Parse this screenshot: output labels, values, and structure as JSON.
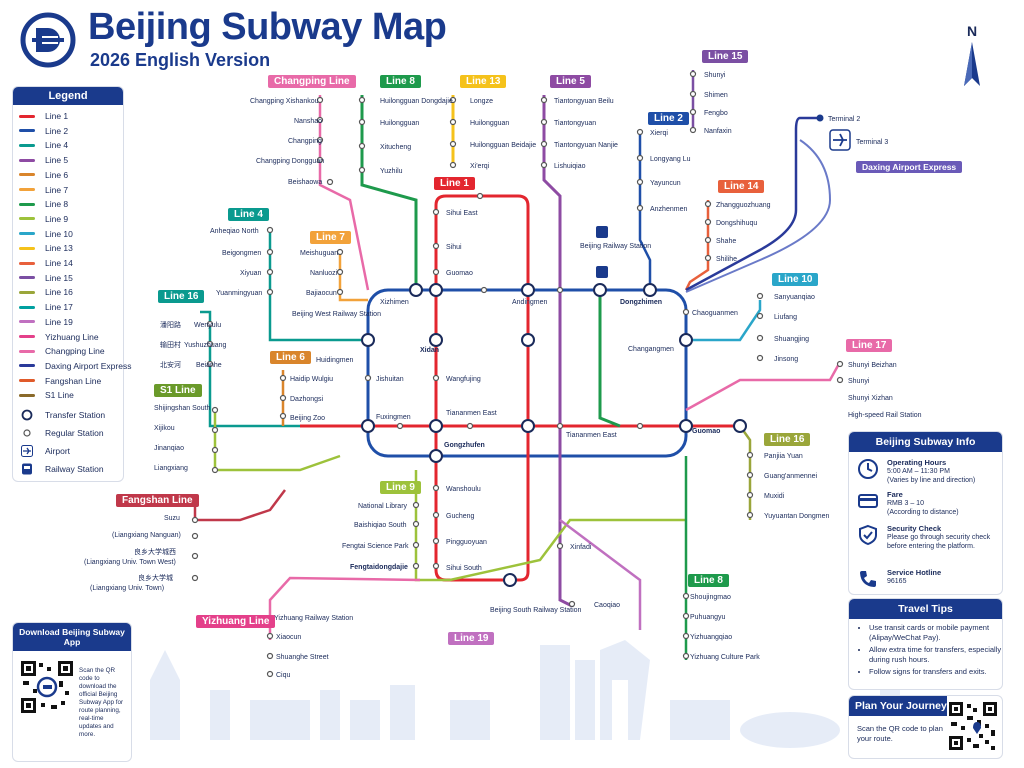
{
  "header": {
    "title": "Beijing Subway Map",
    "subtitle": "2026 English Version"
  },
  "compass": {
    "label": "N"
  },
  "legend": {
    "title": "Legend",
    "lines": [
      {
        "label": "Line 1",
        "color": "#e3262f"
      },
      {
        "label": "Line 2",
        "color": "#1f4fa8"
      },
      {
        "label": "Line 4",
        "color": "#0a9a8f"
      },
      {
        "label": "Line 5",
        "color": "#8e4ba3"
      },
      {
        "label": "Line 6",
        "color": "#d9852b"
      },
      {
        "label": "Line 7",
        "color": "#f2a23a"
      },
      {
        "label": "Line 8",
        "color": "#1e9a4c"
      },
      {
        "label": "Line 9",
        "color": "#9dc23b"
      },
      {
        "label": "Line 10",
        "color": "#2aa6c9"
      },
      {
        "label": "Line 13",
        "color": "#f5c21b"
      },
      {
        "label": "Line 14",
        "color": "#e8603c"
      },
      {
        "label": "Line 15",
        "color": "#7b4fa3"
      },
      {
        "label": "Line 16",
        "color": "#9aa63a"
      },
      {
        "label": "Line 17",
        "color": "#00a0a0"
      },
      {
        "label": "Line 19",
        "color": "#c070c0"
      },
      {
        "label": "Yizhuang Line",
        "color": "#e4408a"
      },
      {
        "label": "Changping Line",
        "color": "#e86aa8"
      },
      {
        "label": "Daxing Airport Express",
        "color": "#2a3a9a"
      },
      {
        "label": "Fangshan Line",
        "color": "#e05a2a"
      },
      {
        "label": "S1 Line",
        "color": "#8a6a2a"
      }
    ],
    "symbols": [
      {
        "label": "Transfer Station",
        "icon": "transfer-station-icon"
      },
      {
        "label": "Regular Station",
        "icon": "regular-station-icon"
      },
      {
        "label": "Airport",
        "icon": "airplane-icon"
      },
      {
        "label": "Railway Station",
        "icon": "train-icon"
      }
    ]
  },
  "line_tags": [
    {
      "label": "Changping Line",
      "color": "#e86aa8"
    },
    {
      "label": "Line 8",
      "color": "#1e9a4c"
    },
    {
      "label": "Line 13",
      "color": "#f5c21b"
    },
    {
      "label": "Line 5",
      "color": "#8e4ba3"
    },
    {
      "label": "Line 15",
      "color": "#7b4fa3"
    },
    {
      "label": "Line 2",
      "color": "#1f4fa8"
    },
    {
      "label": "Line 14",
      "color": "#e8603c"
    },
    {
      "label": "Line 1",
      "color": "#e3262f"
    },
    {
      "label": "Line 4",
      "color": "#0a9a8f"
    },
    {
      "label": "Line 7",
      "color": "#f2a23a"
    },
    {
      "label": "Line 16",
      "color": "#0a9a8f"
    },
    {
      "label": "Line 6",
      "color": "#d9852b"
    },
    {
      "label": "S1 Line",
      "color": "#6a9a2a"
    },
    {
      "label": "Line 10",
      "color": "#2aa6c9"
    },
    {
      "label": "Line 17",
      "color": "#e86aa8"
    },
    {
      "label": "Line 16",
      "color": "#9aa63a"
    },
    {
      "label": "Fangshan Line",
      "color": "#c0384a"
    },
    {
      "label": "Line 9",
      "color": "#9dc23b"
    },
    {
      "label": "Line 8",
      "color": "#1e9a4c"
    },
    {
      "label": "Yizhuang Line",
      "color": "#e4408a"
    },
    {
      "label": "Line 19",
      "color": "#c070c0"
    },
    {
      "label": "Daxing Airport Express",
      "color": "#6a5ab8"
    }
  ],
  "stations": [
    "Changping Xishankou",
    "Nanshao",
    "Changping",
    "Changping Dongguan",
    "Beishaowa",
    "Huilongguan Dongdajie",
    "Huilongguan",
    "Xitucheng",
    "Yuzhilu",
    "Longze",
    "Huilongguan",
    "Huilongguan Beidajie",
    "Xi'erqi",
    "Tiantongyuan Beilu",
    "Tiantongyuan",
    "Tiantongyuan Nanjie",
    "Lishuiqiao",
    "Shunyi",
    "Shimen",
    "Fengbo",
    "Nanfaxin",
    "Xierqi",
    "Longyang Lu",
    "Yayuncun",
    "Anzhenmen",
    "Zhangguozhuang",
    "Dongshihuqu",
    "Shahe",
    "Shilihe",
    "Terminal 2",
    "Terminal 3",
    "Sihui East",
    "Sihui",
    "Guomao",
    "Anheqiao North",
    "Beigongmen",
    "Xiyuan",
    "Yuanmingyuan",
    "Meishuguan",
    "Nanluozi",
    "Bajiaocun",
    "Beijing West Railway Station",
    "Xizhimen",
    "Andingmen",
    "Dongzhimen",
    "Beijing Railway Station",
    "Chaoguanmen",
    "Changangmen",
    "Xidan",
    "Sanyuanqiao",
    "Liufang",
    "Shuangjing",
    "Jinsong",
    "Shunyi Beizhan",
    "Shunyi",
    "Shunyi Xizhan",
    "High-speed Rail Station",
    "Wenyulu",
    "Yushuzhuang",
    "Beianhe",
    "Huidingmen",
    "Haidip Wulgiu",
    "Dazhongsi",
    "Beijing Zoo",
    "Jishuitan",
    "Wangfujing",
    "Shijingshan South",
    "Xijikou",
    "Jinanqiao",
    "Liangxiang",
    "Fuxingmen",
    "Tiananmen East",
    "Tiananmen East",
    "Guomao",
    "Gongzhufen",
    "Panjiia Yuan",
    "Guang'anmennei",
    "Muxidi",
    "Yuyuantan Dongmen",
    "Wanshoulu",
    "Gucheng",
    "Pingguoyuan",
    "Sihui South",
    "Beijing South Railway Station",
    "National Library",
    "Baishiqiao South",
    "Fengtai Science Park",
    "Fengtaidongdajie",
    "Xinfadi",
    "Caoqiao",
    "Shoujingmao",
    "Puhuangyu",
    "Yizhuangqiao",
    "Yizhuang Culture Park",
    "Suzu",
    "(Liangxiang Nanguan)",
    "(Liangxiang Univ. Town West)",
    "(Liangxiang Univ. Town)",
    "Yizhuang Railway Station",
    "Xiaocun",
    "Shuanghe Street",
    "Ciqu"
  ],
  "chinese_labels": [
    "潘阳路",
    "输田村",
    "北安河",
    "良乡大学城西",
    "良乡大学城"
  ],
  "info": {
    "title": "Beijing Subway Info",
    "items": [
      {
        "head": "Operating Hours",
        "body": "5:00 AM – 11:30 PM",
        "note": "(Varies by line and direction)",
        "icon": "clock-icon"
      },
      {
        "head": "Fare",
        "body": "RMB 3 – 10",
        "note": "(According to distance)",
        "icon": "card-icon"
      },
      {
        "head": "Security Check",
        "body": "Please go through security check before entering the platform.",
        "note": "",
        "icon": "shield-icon"
      },
      {
        "head": "Service Hotline",
        "body": "96165",
        "note": "",
        "icon": "phone-icon"
      }
    ]
  },
  "tips": {
    "title": "Travel Tips",
    "items": [
      "Use transit cards or mobile payment (Alipay/WeChat Pay).",
      "Allow extra time for transfers, especially during rush hours.",
      "Follow signs for transfers and exits."
    ]
  },
  "plan": {
    "title": "Plan Your Journey",
    "text": "Scan the QR code to plan your route."
  },
  "download": {
    "title": "Download Beijing Subway App",
    "text": "Scan the QR code to download the official Beijing Subway App for route planning, real-time updates and more."
  }
}
